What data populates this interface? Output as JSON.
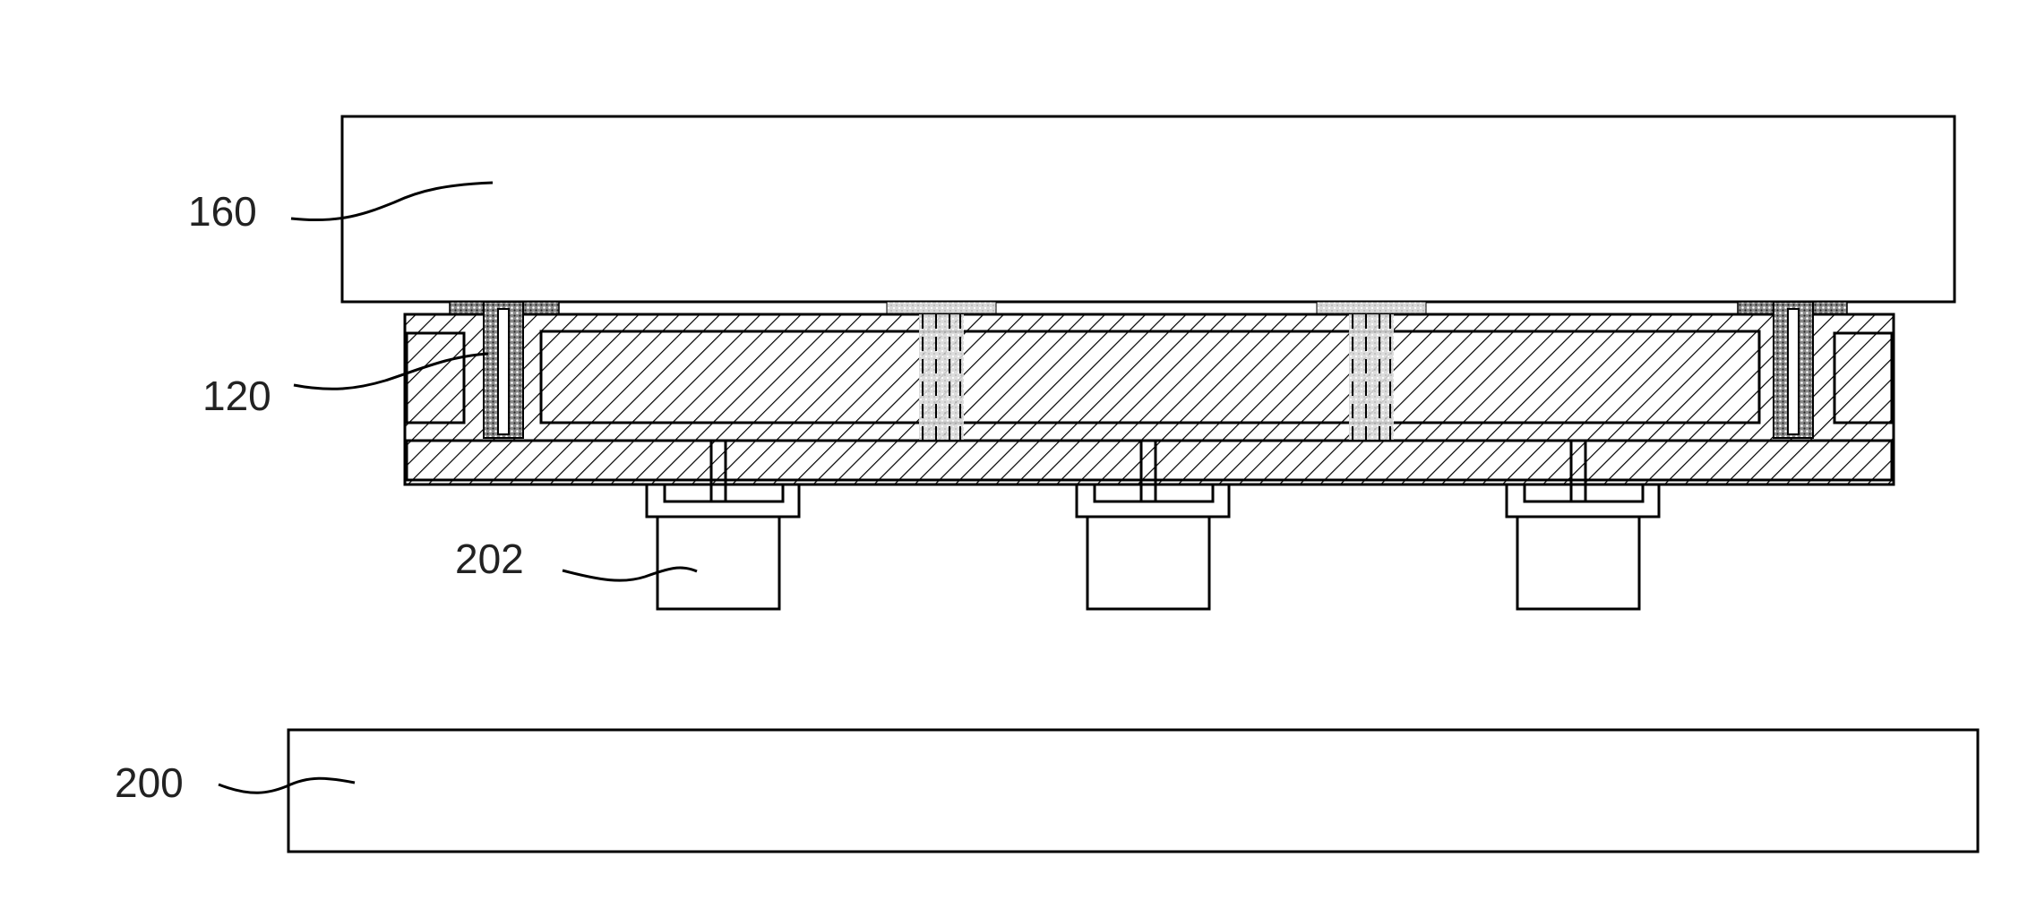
{
  "labels": {
    "l160": "160",
    "l120": "120",
    "l202": "202",
    "l200": "200"
  },
  "colors": {
    "stroke": "#000000",
    "background": "#ffffff",
    "label": "#222222"
  }
}
